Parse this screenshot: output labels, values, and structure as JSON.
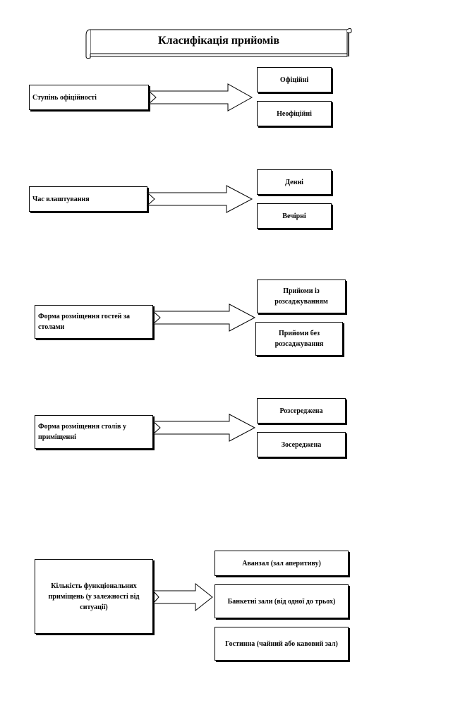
{
  "title": "Класифікація прийомів",
  "groups": [
    {
      "source": "Ступінь офіційності",
      "targets": [
        "Офіційні",
        "Неофіційні"
      ]
    },
    {
      "source": "Час влаштування",
      "targets": [
        "Денні",
        "Вечірні"
      ]
    },
    {
      "source": "Форма розміщення гостей за столами",
      "targets": [
        "Прийоми із розсаджуванням",
        "Прийоми без розсаджування"
      ]
    },
    {
      "source": "Форма розміщення столів у приміщенні",
      "targets": [
        "Розсереджена",
        "Зосереджена"
      ]
    },
    {
      "source": "Кількість функціональних приміщень (у залежності від ситуації)",
      "targets": [
        "Аванзал (зал аперитиву)",
        "Банкетні зали (від одної до трьох)",
        "Гостинна (чайний або кавовий зал)"
      ]
    }
  ]
}
